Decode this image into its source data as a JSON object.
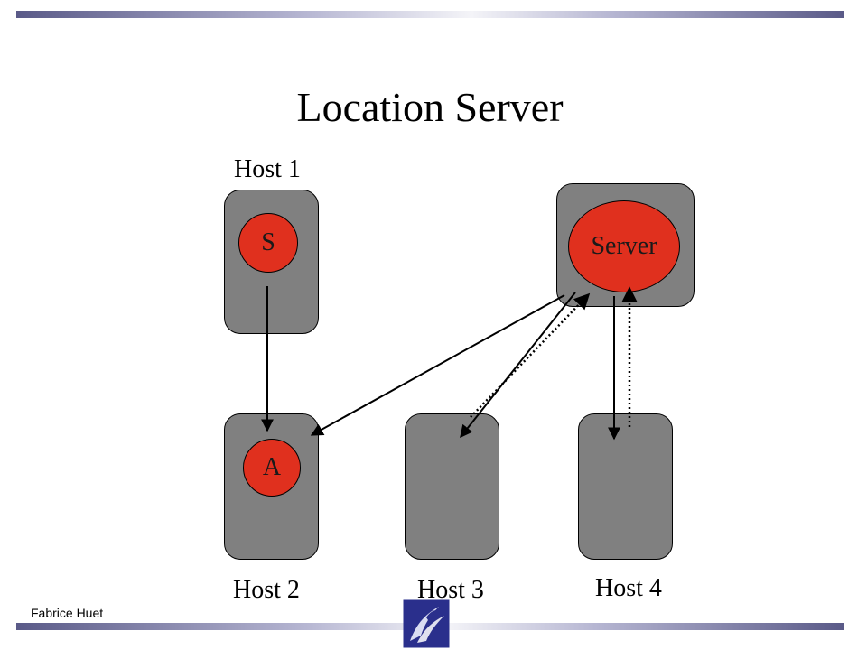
{
  "title": "Location Server",
  "hosts": {
    "host1": "Host 1",
    "host2": "Host 2",
    "host3": "Host 3",
    "host4": "Host 4"
  },
  "nodes": {
    "s": "S",
    "a": "A",
    "server": "Server"
  },
  "footer": {
    "author": "Fabrice Huet"
  },
  "colors": {
    "host_fill": "#808080",
    "node_fill": "#e0301e",
    "bar": "#5a5a88",
    "logo": "#2a2f8c"
  }
}
